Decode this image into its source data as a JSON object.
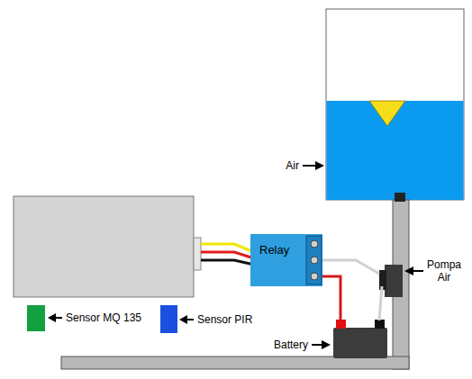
{
  "diagram": {
    "nodes": [
      {
        "text": [
          "Relay"
        ]
      }
    ],
    "labels": [
      "Air",
      "Pompa Air",
      "Sensor MQ 135",
      "Sensor PIR",
      "Battery"
    ]
  }
}
